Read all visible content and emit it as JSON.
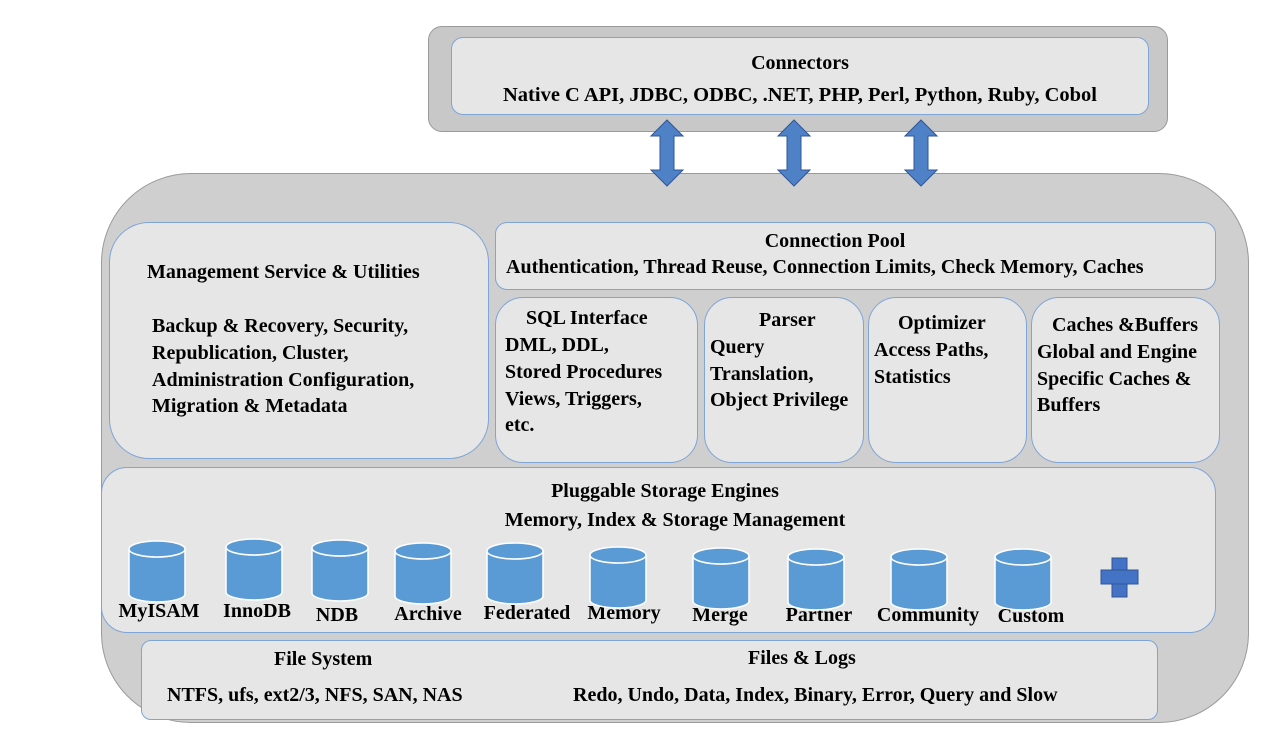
{
  "connectors": {
    "title": "Connectors",
    "subtitle": "Native C API, JDBC, ODBC, .NET, PHP, Perl, Python, Ruby, Cobol"
  },
  "management": {
    "title": "Management Service & Utilities",
    "lines": [
      "Backup & Recovery, Security,",
      "Republication, Cluster,",
      "Administration Configuration,",
      "Migration & Metadata"
    ]
  },
  "connection_pool": {
    "title": "Connection Pool",
    "subtitle": "Authentication, Thread Reuse, Connection Limits, Check Memory, Caches"
  },
  "sql_interface": {
    "title": "SQL Interface",
    "lines": [
      "DML, DDL,",
      "Stored Procedures",
      "Views, Triggers,",
      "etc."
    ]
  },
  "parser": {
    "title": "Parser",
    "lines": [
      "Query",
      "Translation,",
      "Object Privilege"
    ]
  },
  "optimizer": {
    "title": "Optimizer",
    "lines": [
      "Access Paths,",
      "Statistics"
    ]
  },
  "caches_buffers": {
    "title": "Caches &Buffers",
    "lines": [
      "Global and Engine",
      "Specific Caches &",
      "Buffers"
    ]
  },
  "storage_engines": {
    "title": "Pluggable Storage Engines",
    "subtitle": "Memory, Index & Storage Management",
    "engines": [
      "MyISAM",
      "InnoDB",
      "NDB",
      "Archive",
      "Federated",
      "Memory",
      "Merge",
      "Partner",
      "Community",
      "Custom"
    ],
    "add_icon": "plus-icon"
  },
  "file_system": {
    "title": "File System",
    "subtitle": "NTFS, ufs, ext2/3, NFS, SAN, NAS"
  },
  "files_logs": {
    "title": "Files & Logs",
    "subtitle": "Redo, Undo, Data, Index, Binary, Error, Query and Slow"
  },
  "colors": {
    "accent_blue": "#5b9bd5",
    "border_blue": "#7fa4d6",
    "panel_gray": "#e6e6e6",
    "outer_gray": "#cfcfcf"
  }
}
